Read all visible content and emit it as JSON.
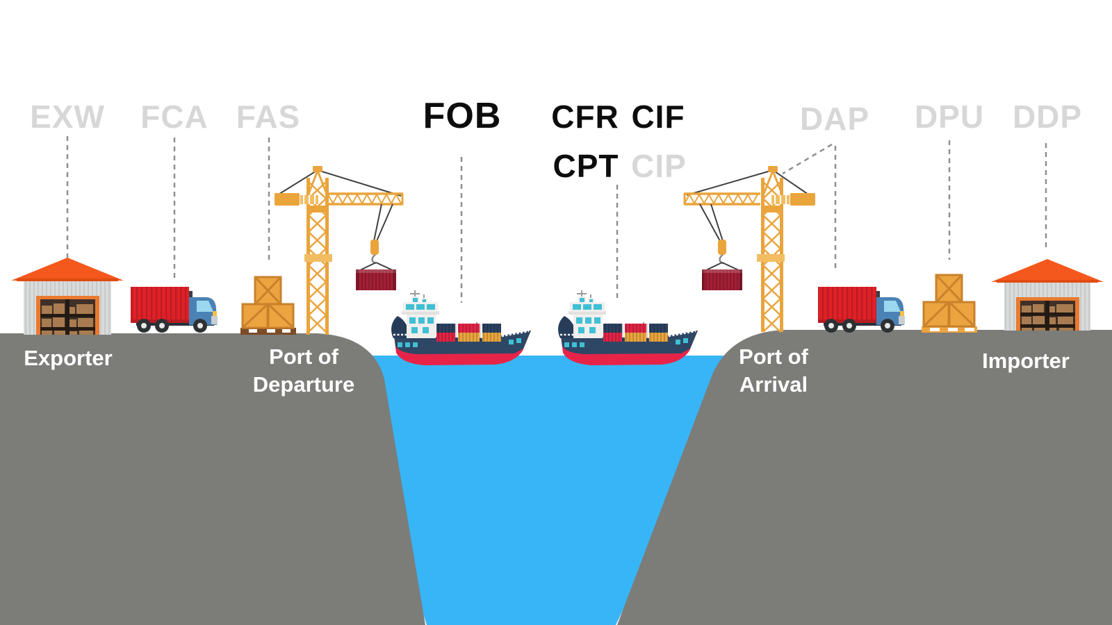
{
  "terms": {
    "exw": "EXW",
    "fca": "FCA",
    "fas": "FAS",
    "fob": "FOB",
    "cfr": "CFR",
    "cif": "CIF",
    "cpt": "CPT",
    "cip": "CIP",
    "dap": "DAP",
    "dpu": "DPU",
    "ddp": "DDP"
  },
  "labels": {
    "exporter": "Exporter",
    "port_of_departure_line1": "Port of",
    "port_of_departure_line2": "Departure",
    "port_of_arrival_line1": "Port of",
    "port_of_arrival_line2": "Arrival",
    "importer": "Importer"
  },
  "colors": {
    "water": "#38b5f7",
    "ground": "#7c7c79",
    "guide": "#8f8f8f",
    "term_muted": "#d7d7d7",
    "term_strong": "#0d0d0d",
    "label_text": "#ffffff",
    "crane": "#eaa43c",
    "crane_light": "#f2bd62",
    "tie": "#404040",
    "crimson": "#a31f35",
    "ship_hull": "#2e4765",
    "ship_red": "#e72448",
    "ship_white": "#f0efed",
    "window_cyan": "#3fc0d4",
    "cont_navy": "#2c4160",
    "cont_red": "#e02445",
    "cont_yellow": "#e8a53e",
    "truck_red": "#df2127",
    "chassis_dark": "#28313c",
    "cab_blue": "#4b82b6",
    "windshield": "#9bd7ee",
    "wheel_dark": "#2e3134",
    "hub_light": "#e8e8e8",
    "roof_orange": "#f4581c",
    "wall_gray": "#d9dbda",
    "door_orange": "#ea7a2f",
    "door_interior": "#3f3028",
    "shelf_dark": "#241a14",
    "box_brown": "#a87c50",
    "crate_tan": "#eba440",
    "crate_edge": "#c9812b",
    "pallet_brown": "#7c4b27"
  }
}
